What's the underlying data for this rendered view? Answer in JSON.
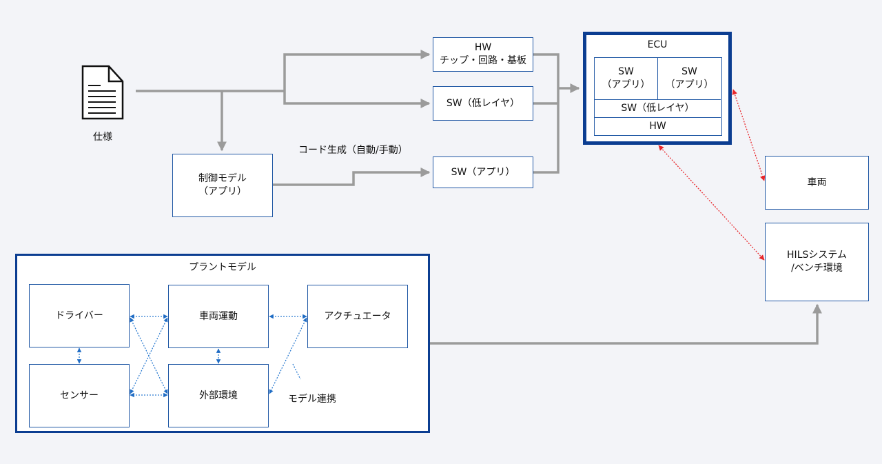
{
  "spec": {
    "icon": "document-icon",
    "label": "仕様"
  },
  "hw_box": {
    "line1": "HW",
    "line2": "チップ・回路・基板"
  },
  "sw_low_box": {
    "label": "SW（低レイヤ）"
  },
  "sw_app_box": {
    "label": "SW（アプリ）"
  },
  "control_model": {
    "line1": "制御モデル",
    "line2": "（アプリ）"
  },
  "codegen_label": "コード生成（自動/手動）",
  "ecu": {
    "title": "ECU",
    "app1": {
      "line1": "SW",
      "line2": "（アプリ）"
    },
    "app2": {
      "line1": "SW",
      "line2": "（アプリ）"
    },
    "low_layer": "SW（低レイヤ）",
    "hw": "HW"
  },
  "vehicle": {
    "label": "車両"
  },
  "hils": {
    "line1": "HILSシステム",
    "line2": "/ベンチ環境"
  },
  "plant_model": {
    "title": "プラントモデル",
    "blocks": {
      "driver": "ドライバー",
      "vehicle_motion": "車両運動",
      "actuator": "アクチュエータ",
      "sensor": "センサー",
      "environment": "外部環境"
    },
    "link_label": "モデル連携"
  },
  "colors": {
    "background": "#f3f4f8",
    "box_border": "#1f57a4",
    "ecu_border": "#0b3d91",
    "flow_arrow": "#9b9b9b",
    "model_link": "#2b7bd0",
    "ecu_link": "#e8262a"
  }
}
